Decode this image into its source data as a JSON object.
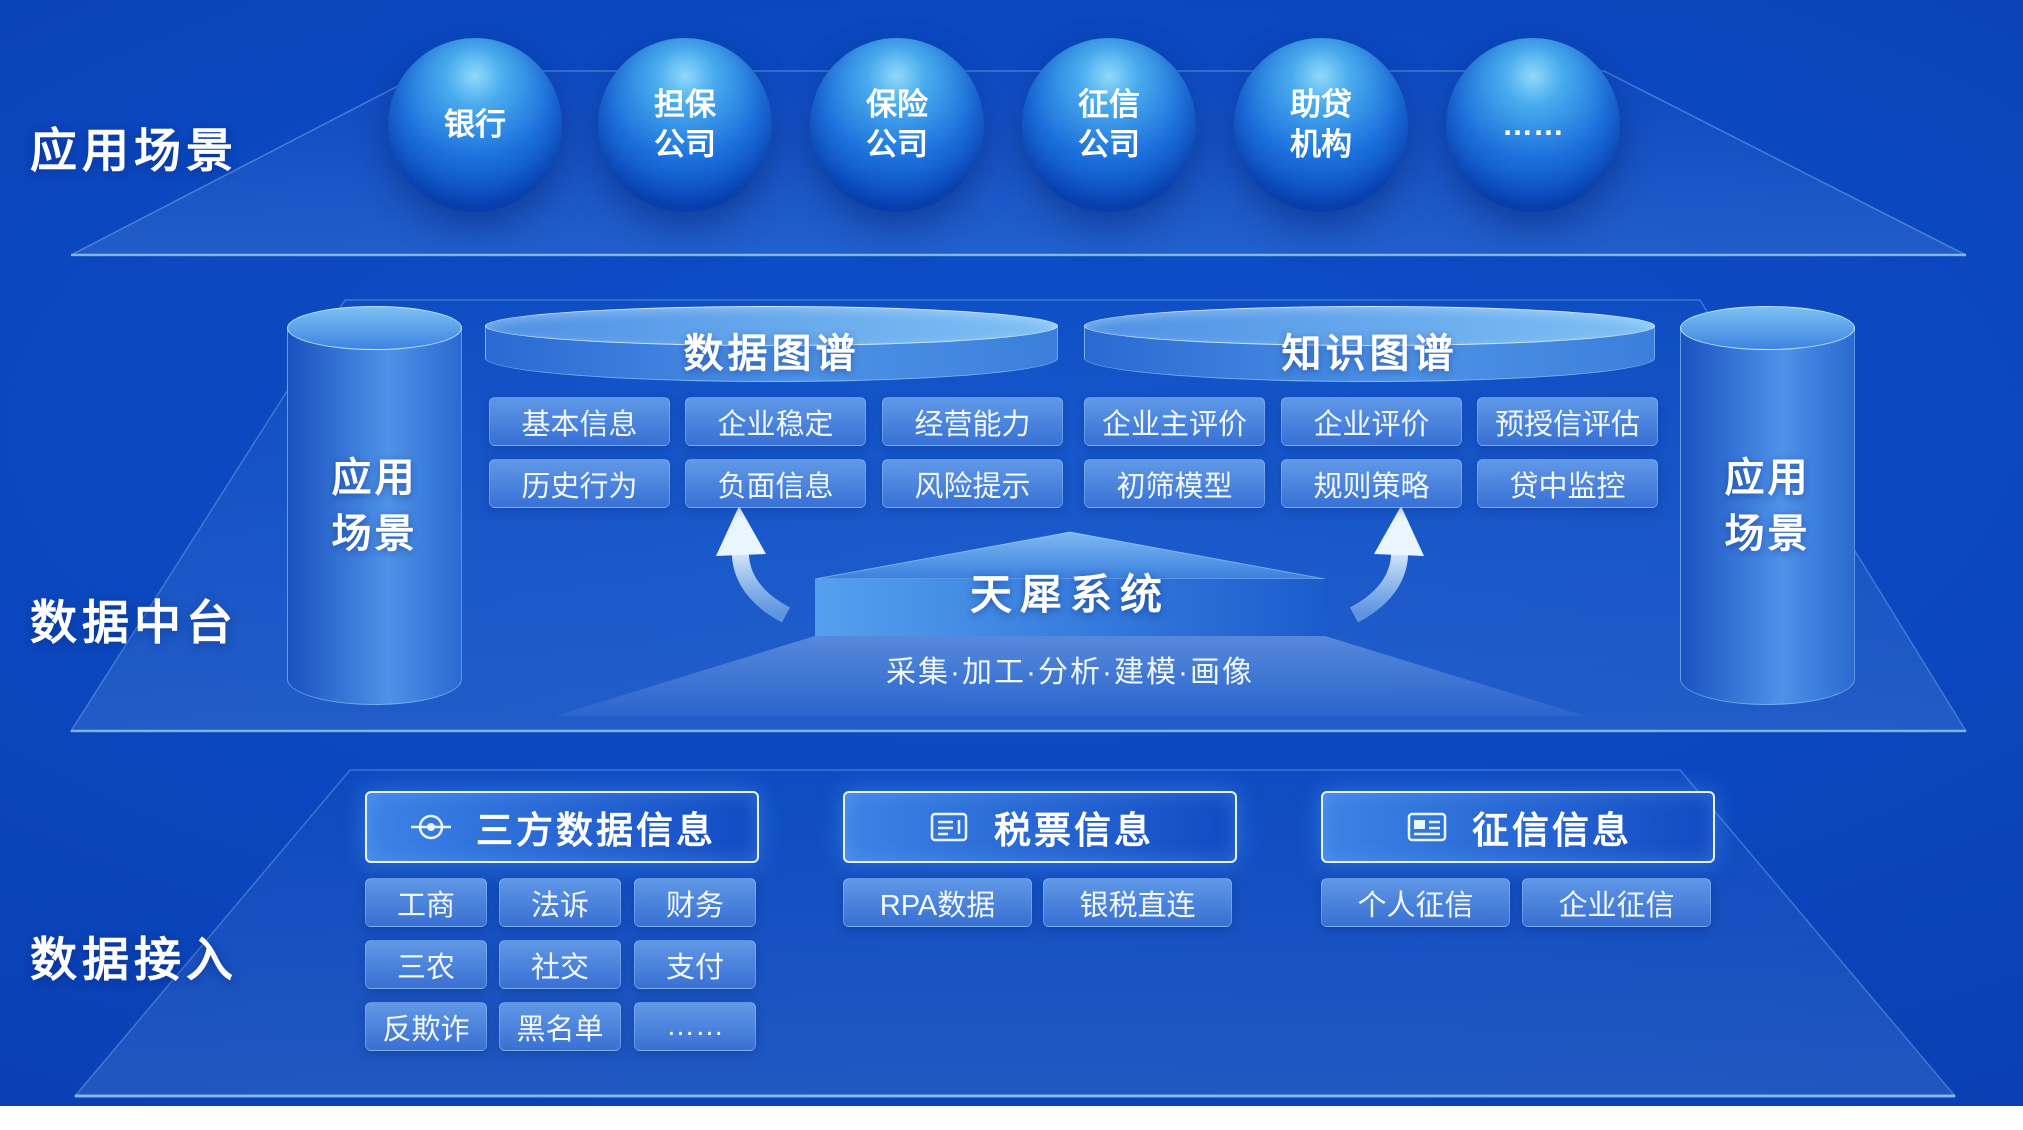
{
  "sections": {
    "top": "应用场景",
    "middle": "数据中台",
    "bottom": "数据接入"
  },
  "spheres": [
    {
      "label": "银行"
    },
    {
      "label": "担保\n公司"
    },
    {
      "label": "保险\n公司"
    },
    {
      "label": "征信\n公司"
    },
    {
      "label": "助贷\n机构"
    },
    {
      "label": "……"
    }
  ],
  "platform": {
    "left_cylinder_label": "应用\n场景",
    "right_cylinder_label": "应用\n场景",
    "data_graph": {
      "title": "数据图谱",
      "items": [
        "基本信息",
        "企业稳定",
        "经营能力",
        "历史行为",
        "负面信息",
        "风险提示"
      ]
    },
    "knowledge_graph": {
      "title": "知识图谱",
      "items": [
        "企业主评价",
        "企业评价",
        "预授信评估",
        "初筛模型",
        "规则策略",
        "贷中监控"
      ]
    },
    "system": {
      "title": "天犀系统",
      "subtitle": "采集·加工·分析·建模·画像"
    }
  },
  "access": {
    "groups": [
      {
        "title": "三方数据信息",
        "icon": "target-icon",
        "items": [
          "工商",
          "法诉",
          "财务",
          "三农",
          "社交",
          "支付",
          "反欺诈",
          "黑名单",
          "……"
        ]
      },
      {
        "title": "税票信息",
        "icon": "invoice-icon",
        "items": [
          "RPA数据",
          "银税直连"
        ]
      },
      {
        "title": "征信信息",
        "icon": "id-card-icon",
        "items": [
          "个人征信",
          "企业征信"
        ]
      }
    ]
  },
  "colors": {
    "background": "#0b46bd",
    "accent_light": "#8fd0ff",
    "pill_blue": "#4c86dd",
    "text": "#ffffff"
  }
}
